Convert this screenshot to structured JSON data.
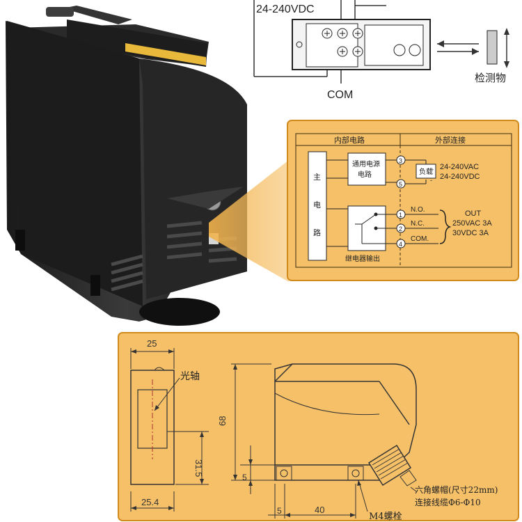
{
  "wiring": {
    "voltage_label": "24-240VDC",
    "com_label": "COM",
    "object_label": "检测物"
  },
  "circuit": {
    "internal_title": "内部电路",
    "external_title": "外部连接",
    "main_circuit": [
      "主",
      "电",
      "路"
    ],
    "power_block": [
      "通用电源",
      "电路"
    ],
    "load_label": "负载",
    "ac_label": "24-240VAC",
    "dc_label": "24-240VDC",
    "relay_label": "继电器输出",
    "terminals": [
      "3",
      "5",
      "1",
      "2",
      "4"
    ],
    "no_label": "N.O.",
    "nc_label": "N.C.",
    "com_label": "COM.",
    "out_label": "OUT",
    "out_rating1": "250VAC 3A",
    "out_rating2": "30VDC 3A",
    "plus": "+",
    "minus": "-"
  },
  "dimensions": {
    "width_top": "25",
    "optical_axis": "光轴",
    "height_offset": "31.5",
    "width_bottom": "25.4",
    "height_total": "68",
    "base_offset": "5",
    "hole_spacing": "40",
    "edge_offset": "5",
    "hex_nut": "六角螺帽(尺寸22mm)",
    "cable": "连接线缆Φ6-Φ10",
    "bolt": "M4螺栓"
  },
  "colors": {
    "panel": "#f6c068",
    "panel_border": "#d18a1c",
    "dark": "#2b2b2b"
  }
}
